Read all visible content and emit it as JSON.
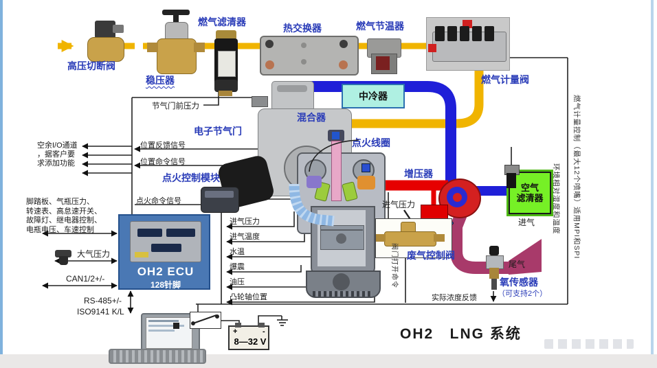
{
  "title": "OH2   LNG 系统",
  "gas_path": {
    "high_pressure_shutoff_valve": "高压切断阀",
    "pressure_regulator": "稳压器",
    "gas_filter": "燃气滤清器",
    "heat_exchanger": "热交换器",
    "gas_thermostat": "燃气节温器",
    "gas_metering_valve": "燃气计量阀",
    "mixer": "混合器",
    "throttle_front_pressure": "节气门前压力"
  },
  "air_path": {
    "intercooler": "中冷器",
    "turbocharger": "增压器",
    "air_filter_line1": "空气",
    "air_filter_line2": "滤清器",
    "air_intake": "进气",
    "intake_pressure": "进气压力"
  },
  "exhaust_path": {
    "exhaust_control_valve": "废气控制阀",
    "valve_open_command": "阀门打开命令",
    "tail_gas": "尾气",
    "oxygen_sensor": "氧传感器",
    "oxygen_sensor_note": "（可支持2个）",
    "actual_concentration_feedback": "实际浓度反馈"
  },
  "engine": {
    "electronic_throttle": "电子节气门",
    "ignition_coil": "点火线圈",
    "ignition_control_module": "点火控制模块",
    "ignition_command_signal": "点火命令信号",
    "position_feedback_signal": "位置反馈信号",
    "position_command_signal": "位置命令信号",
    "sensor_lines": [
      "进气压力",
      "进气温度",
      "水温",
      "爆震",
      "油压",
      "凸轮轴位置"
    ]
  },
  "ecu": {
    "name": "OH2 ECU",
    "pins": "128针脚",
    "atmospheric_pressure": "大气压力",
    "can_bus": "CAN1/2+/-",
    "rs485": "RS-485+/-",
    "iso9141": "ISO9141 K/L"
  },
  "left_panel": {
    "spare_io_lines": [
      "空余I/O通道",
      "，据客户要",
      "求添加功能"
    ],
    "io_list_lines": [
      "脚踏板、气瓶压力、",
      "转速表、高怠速开关、",
      "故障灯、继电器控制、",
      "电瓶电压、车速控制"
    ]
  },
  "right_panel": {
    "ambient_note": "环境相对湿度和温度",
    "metering_note": "燃气计量控制（最大12个喷嘴）适用MPI和SPI"
  },
  "battery": {
    "plus": "+",
    "minus": "-",
    "voltage": "8—32 V"
  },
  "colors": {
    "gas_pipe": "#f0b400",
    "air_pipe": "#1f1fd8",
    "charge_pipe": "#e60000",
    "exhaust_pipe": "#a83a6a",
    "label_blue": "#2a3cb8",
    "intercooler_bg": "#aff0e2",
    "air_filter_bg": "#76f026",
    "ecu_bg": "#4a78b4"
  }
}
